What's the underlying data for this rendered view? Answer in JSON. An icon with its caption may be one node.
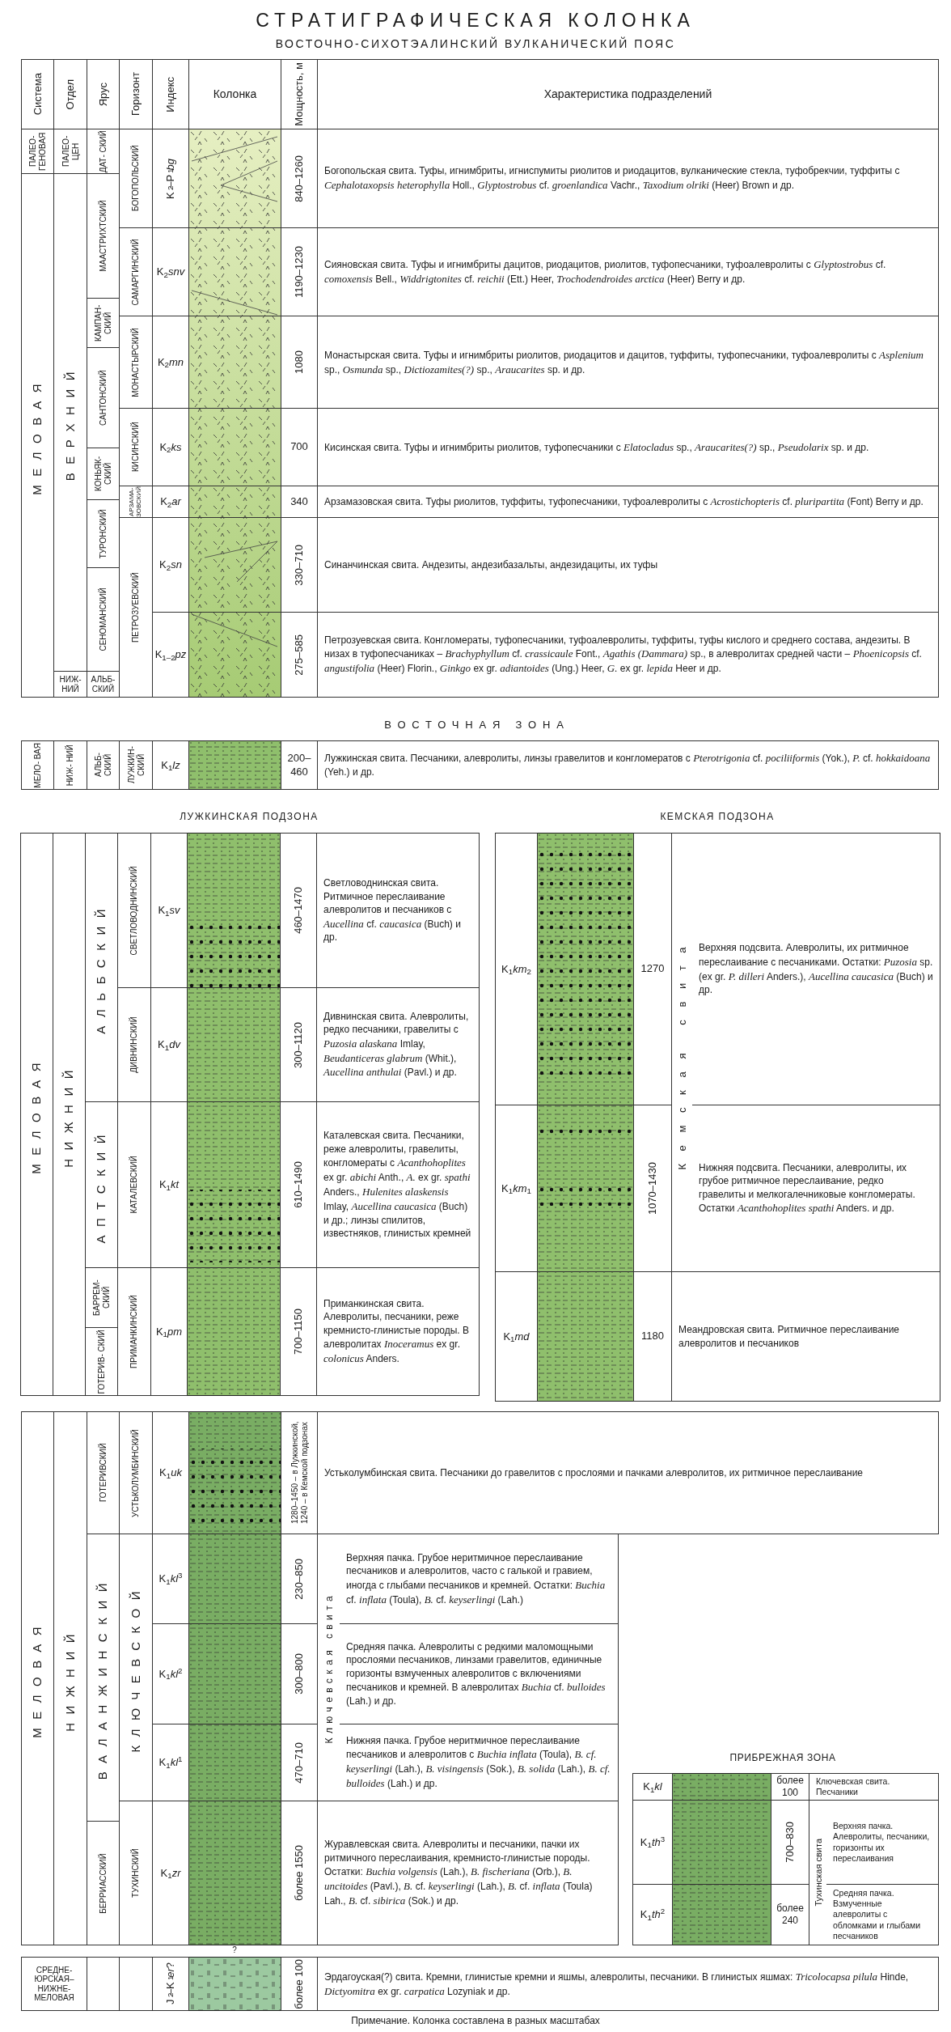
{
  "diagram": {
    "title": "СТРАТИГРАФИЧЕСКАЯ КОЛОНКА",
    "caption": "Примечание. Колонка составлена в разных масштабах",
    "nodes": [
      {
        "text": [
          "Система"
        ]
      },
      {
        "text": [
          "Отдел"
        ]
      },
      {
        "text": [
          "Ярус"
        ]
      },
      {
        "text": [
          "Горизонт"
        ]
      },
      {
        "text": [
          "Индекс"
        ]
      },
      {
        "text": [
          "Колонка"
        ]
      },
      {
        "text": [
          "Мощность, м"
        ]
      },
      {
        "text": [
          "Характеристика подразделений"
        ]
      },
      {
        "text": [
          "ПАЛЕО- ГЕНОВАЯ"
        ]
      },
      {
        "text": [
          "ПАЛЕО- ЦЕН"
        ]
      },
      {
        "text": [
          "ДАТ- СКИЙ"
        ]
      },
      {
        "text": [
          "БОГОПОЛЬСКИЙ"
        ]
      },
      {
        "text": [
          "K$_{2}$–P$_{1}$*bg*"
        ]
      },
      {
        "text": [
          "840–1260"
        ]
      },
      {
        "text": [
          "Богопольская свита. Туфы, игнимбриты, игниспумиты риолитов и риодацитов, вулканические стекла, туфобрекчии, туффиты с *Cephalotaxopsis heterophylla* Holl., *Glyptostrobus* cf. *groenlandica* Vachr., *Taxodium olriki* (Heer) Brown и др."
        ]
      },
      {
        "text": [
          "МЕЛОВАЯ"
        ]
      },
      {
        "text": [
          "ВЕРХНИЙ"
        ]
      },
      {
        "text": [
          "МААСТРИХТСКИЙ"
        ]
      },
      {
        "text": [
          "САМАРГИНСКИЙ"
        ]
      },
      {
        "text": [
          "K$_{2}$*snv*"
        ]
      },
      {
        "text": [
          "1190–1230"
        ]
      },
      {
        "text": [
          "Сияновская свита. Туфы и игнимбриты дацитов, риодацитов, риолитов, туфопесчаники, туфоалевролиты с *Glyptostrobus* cf. *comoxensis* Bell., *Widdrigtonites* cf. *reichii* (Ett.) Heer, *Trochodendroides arctica* (Heer) Berry и др."
        ]
      },
      {
        "text": [
          "КАМПАН- СКИЙ"
        ]
      },
      {
        "text": [
          "МОНАСТЫРСКИЙ"
        ]
      },
      {
        "text": [
          "K$_{2}$*mn*"
        ]
      },
      {
        "text": [
          "1080"
        ]
      },
      {
        "text": [
          "Монастырская свита. Туфы и игнимбриты риолитов, риодацитов и дацитов, туффиты, туфопесчаники, туфоалевролиты с *Asplenium* sp., *Osmunda* sp., *Dictiozamites(?)* sp., *Araucarites* sp. и др."
        ]
      },
      {
        "text": [
          "САНТОНСКИЙ"
        ]
      },
      {
        "text": [
          "КИСИНСКИЙ"
        ]
      },
      {
        "text": [
          "K$_{2}$*ks*"
        ]
      },
      {
        "text": [
          "700"
        ]
      },
      {
        "text": [
          "Кисинская свита. Туфы и игнимбриты риолитов, туфопесчаники с *Elatocladus* sp., *Araucarites(?)* sp., *Pseudolarix* sp. и др."
        ]
      },
      {
        "text": [
          "КОНЬЯК- СКИЙ"
        ]
      },
      {
        "text": [
          "АРЗАМА- ЗОВСКИЙ"
        ]
      },
      {
        "text": [
          "K$_{2}$*ar*"
        ]
      },
      {
        "text": [
          "340"
        ]
      },
      {
        "text": [
          "Арзамазовская свита. Туфы риолитов, туффиты, туфопесчаники, туфоалевролиты с *Acrostichopteris* cf. *pluripartita* (Font) Berry и др."
        ]
      },
      {
        "text": [
          "ТУРОНСКИЙ"
        ]
      },
      {
        "text": [
          "ПЕТРОЗУЕВСКИЙ"
        ]
      },
      {
        "text": [
          "K$_{2}$*sn*"
        ]
      },
      {
        "text": [
          "330–710"
        ]
      },
      {
        "text": [
          "Синанчинская свита. Андезиты, андезибазальты, андезидациты, их туфы"
        ]
      },
      {
        "text": [
          "СЕНОМАНСКИЙ"
        ]
      },
      {
        "text": [
          "K$_{1–2}$*pz*"
        ]
      },
      {
        "text": [
          "275–585"
        ]
      },
      {
        "text": [
          "Петрозуевская свита. Конгломераты, туфопесчаники, туфоалевролиты, туффиты, туфы кислого и среднего состава, андезиты. В низах в туфопесчаниках – *Brachyphyllum* cf. *crassicaule* Font., *Agathis (Dammara)* sp., в алевролитах средней части – *Phoenicopsis* cf. *angustifolia* (Heer) Florin., *Ginkgo* ex gr. *adiantoides* (Ung.) Heer, *G.* ex gr. *lepida* Heer и др."
        ]
      },
      {
        "text": [
          "НИЖ- НИЙ"
        ]
      },
      {
        "text": [
          "АЛЬБ- СКИЙ"
        ]
      },
      {
        "text": [
          "МЕЛО- ВАЯ"
        ]
      },
      {
        "text": [
          "НИЖ- НИЙ"
        ]
      },
      {
        "text": [
          "АЛЬБ- СКИЙ"
        ]
      },
      {
        "text": [
          "ЛУЖКИН- СКИЙ"
        ]
      },
      {
        "text": [
          "K$_{1}$*lz*"
        ]
      },
      {
        "text": [
          "200– 460"
        ]
      },
      {
        "text": [
          "Лужкинская свита. Песчаники, алевролиты, линзы гравелитов и конгломератов с *Pterotrigonia* cf. *pociliiformis* (Yok.), *P.* cf. *hokkaidoana* (Yeh.) и др."
        ]
      },
      {
        "text": [
          "МЕЛОВАЯ"
        ]
      },
      {
        "text": [
          "НИЖНИЙ"
        ]
      },
      {
        "text": [
          "АЛЬБСКИЙ"
        ]
      },
      {
        "text": [
          "СВЕТЛОВОДНИНСКИЙ"
        ]
      },
      {
        "text": [
          "K$_{1}$*sv*"
        ]
      },
      {
        "text": [
          "460–1470"
        ]
      },
      {
        "text": [
          "Светловоднинская свита. Ритмичное переслаивание алевролитов и песчаников с *Aucellina* cf. *caucasica* (Buch) и др."
        ]
      },
      {
        "text": [
          "ДИВНИНСКИЙ"
        ]
      },
      {
        "text": [
          "K$_{1}$*dv*"
        ]
      },
      {
        "text": [
          "300–1120"
        ]
      },
      {
        "text": [
          "Дивнинская свита. Алевролиты, редко песчаники, гравелиты с *Puzosia alaskana* Imlay, *Beudanticeras glabrum* (Whit.), *Aucellina anthulai* (Pavl.) и др."
        ]
      },
      {
        "text": [
          "АПТСКИЙ"
        ]
      },
      {
        "text": [
          "КАТАЛЕВСКИЙ"
        ]
      },
      {
        "text": [
          "K$_{1}$*kt*"
        ]
      },
      {
        "text": [
          "610–1490"
        ]
      },
      {
        "text": [
          "Каталевская свита. Песчаники, реже алевролиты, гравелиты, конгломераты с *Acanthohoplites* ex gr. *abichi* Anth., *A.* ex gr. *spathi* Anders., *Hulenites alaskensis* Imlay, *Aucellina caucasica* (Buch) и др.; линзы спилитов, известняков, глинистых кремней"
        ]
      },
      {
        "text": [
          "БАРРЕМ- СКИЙ"
        ]
      },
      {
        "text": [
          "ПРИМАНКИНСКИЙ"
        ]
      },
      {
        "text": [
          "K$_{1}$*pm*"
        ]
      },
      {
        "text": [
          "700–1150"
        ]
      },
      {
        "text": [
          "Приманкинская свита. Алевролиты, песчаники, реже кремнисто-глинистые породы. В алевролитах *Inoceramus* ex gr. *colonicus* Anders."
        ]
      },
      {
        "text": [
          "ГОТЕРИВ- СКИЙ"
        ]
      },
      {
        "text": [
          "K$_{1}$*km*$_{2}$"
        ]
      },
      {
        "text": [
          "1270"
        ]
      },
      {
        "text": [
          "Кемская свита"
        ]
      },
      {
        "text": [
          "Верхняя подсвита. Алевролиты, их ритмичное переслаивание с песчаниками. Остатки: *Puzosia* sp. (ex gr. *P. dilleri* Anders.), *Aucellina caucasica* (Buch) и др."
        ]
      },
      {
        "text": [
          "K$_{1}$*km*$_{1}$"
        ]
      },
      {
        "text": [
          "1070–1430"
        ]
      },
      {
        "text": [
          "Нижняя подсвита. Песчаники, алевролиты, их грубое ритмичное переслаивание, редко гравелиты и мелкогалечниковые конгломераты. Остатки *Acanthohoplites spathi* Anders. и др."
        ]
      },
      {
        "text": [
          "K$_{1}$*md*"
        ]
      },
      {
        "text": [
          "1180"
        ]
      },
      {
        "text": [
          "Меандровская свита. Ритмичное переслаивание алевролитов и песчаников"
        ]
      },
      {
        "text": [
          "МЕЛОВАЯ"
        ]
      },
      {
        "text": [
          "НИЖНИЙ"
        ]
      },
      {
        "text": [
          "ГОТЕРИВСКИЙ"
        ]
      },
      {
        "text": [
          "УСТЬКОЛУМБИНСКИЙ"
        ]
      },
      {
        "text": [
          "K$_{1}$*uk*"
        ]
      },
      {
        "text": [
          "1280–1450 – в Лужкинской, 1240 – в Кемской подзонах"
        ]
      },
      {
        "text": [
          "Устьколумбинская свита. Песчаники до гравелитов с прослоями и пачками алевролитов, их ритмичное переслаивание"
        ]
      },
      {
        "text": [
          "ВАЛАНЖИНСКИЙ"
        ]
      },
      {
        "text": [
          "КЛЮЧЕВСКОЙ"
        ]
      },
      {
        "text": [
          "K$_{1}$*kl*$^{3}$"
        ]
      },
      {
        "text": [
          "230–850"
        ]
      },
      {
        "text": [
          "Ключевская свита"
        ]
      },
      {
        "text": [
          "Верхняя пачка. Грубое неритмичное переслаивание песчаников и алевролитов, часто с галькой и гравием, иногда с глыбами песчаников и кремней. Остатки: *Buchia* cf. *inflata* (Toula), *B.* cf. *keyserlingi* (Lah.)"
        ]
      },
      {
        "text": [
          "K$_{1}$*kl*$^{2}$"
        ]
      },
      {
        "text": [
          "300–800"
        ]
      },
      {
        "text": [
          "Средняя пачка. Алевролиты с редкими маломощными прослоями песчаников, линзами гравелитов, единичные горизонты взмученных алевролитов с включениями песчаников и кремней. В алевролитах *Buchia* cf. *bulloides* (Lah.) и др."
        ]
      },
      {
        "text": [
          "K$_{1}$*kl*$^{1}$"
        ]
      },
      {
        "text": [
          "470–710"
        ]
      },
      {
        "text": [
          "Нижняя пачка. Грубое неритмичное переслаивание песчаников и алевролитов с *Buchia inflata* (Toula), *B. cf. keyserlingi* (Lah.), *B. visingensis* (Sok.), *B. solida* (Lah.), *B. cf. bulloides* (Lah.) и др."
        ]
      },
      {
        "text": [
          "БЕРРИАССКИЙ"
        ]
      },
      {
        "text": [
          "ТУХИНСКИЙ"
        ]
      },
      {
        "text": [
          "K$_{1}$*zr*"
        ]
      },
      {
        "text": [
          "более 1550"
        ]
      },
      {
        "text": [
          "Журавлевская свита. Алевролиты и песчаники, пачки их ритмичного переслаивания, кремнисто-глинистые породы. Остатки: *Buchia volgensis* (Lah.), *B. fischeriana* (Orb.), *B. uncitoides* (Pavl.), *B.* cf. *keyserlingi* (Lah.), *B.* cf. *inflata* (Toula) Lah., *B.* cf. *sibirica* (Sok.) и др."
        ]
      },
      {
        "text": [
          "K$_{1}$*kl*"
        ]
      },
      {
        "text": [
          "более 100"
        ]
      },
      {
        "text": [
          "Ключевская свита. Песчаники"
        ]
      },
      {
        "text": [
          "K$_{1}$*th*$^{3}$"
        ]
      },
      {
        "text": [
          "700–830"
        ]
      },
      {
        "text": [
          "Тухинская свита"
        ]
      },
      {
        "text": [
          "Верхняя пачка. Алевролиты, песчаники, горизонты их переслаивания"
        ]
      },
      {
        "text": [
          "K$_{1}$*th*$^{2}$"
        ]
      },
      {
        "text": [
          "более 240"
        ]
      },
      {
        "text": [
          "Средняя пачка. Взмученные алевролиты с обломками и глыбами песчаников"
        ]
      },
      {
        "text": [
          "СРЕДНЕ- ЮРСКАЯ– НИЖНЕ- МЕЛОВАЯ"
        ]
      },
      {
        "text": [
          "J$_{2}$–K$_{1}$*er*?"
        ]
      },
      {
        "text": [
          "более 100"
        ]
      },
      {
        "text": [
          "Эрдагоуская(?) свита. Кремни, глинистые кремни и яшмы, алевролиты, песчаники. В глинистых яшмах: *Tricolocapsa pilula* Hinde, *Dictyomitra* ex gr. *carpatica* Lozyniak и др."
        ]
      }
    ],
    "labels": [
      "ВОСТОЧНО-СИХОТЭАЛИНСКИЙ ВУЛКАНИЧЕСКИЙ ПОЯС",
      "ВОСТОЧНАЯ ЗОНА",
      "ЛУЖКИНСКАЯ ПОДЗОНА",
      "КЕМСКАЯ ПОДЗОНА",
      "ПРИБРЕЖНАЯ ЗОНА",
      "?"
    ]
  }
}
